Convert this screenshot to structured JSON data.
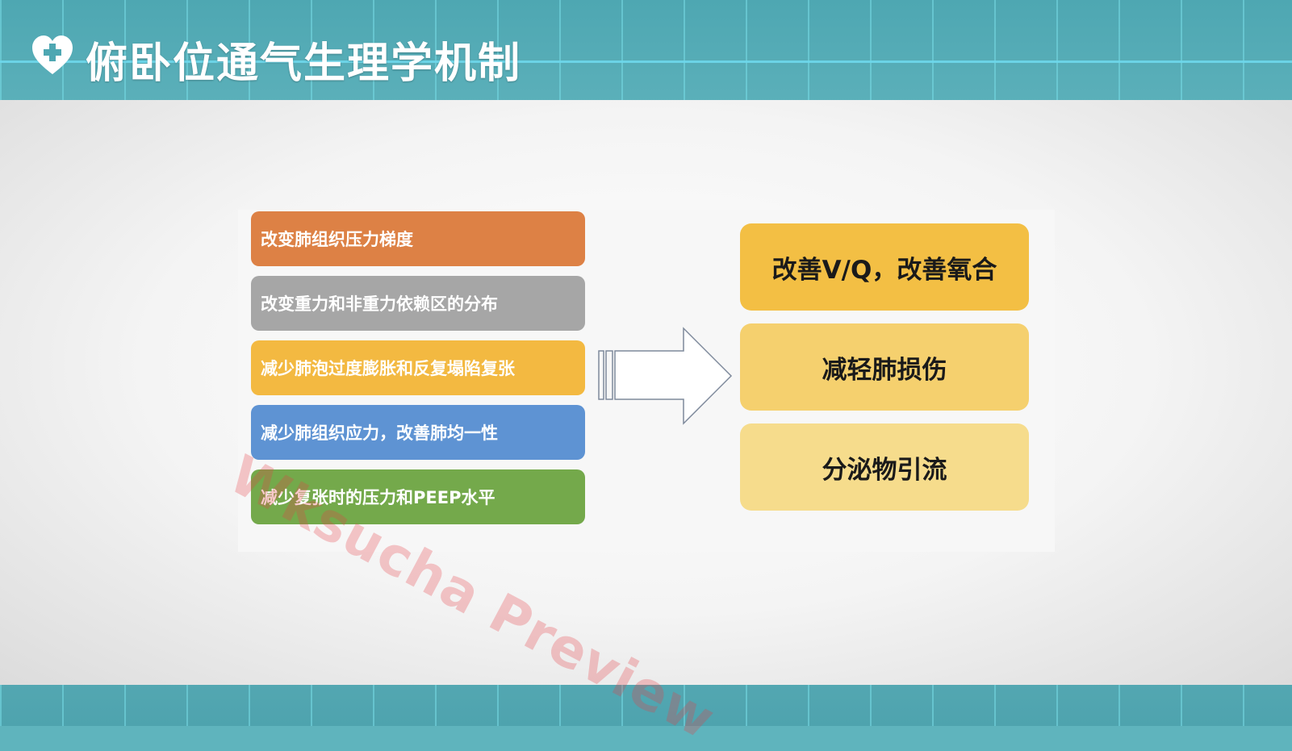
{
  "header": {
    "title": "俯卧位通气生理学机制",
    "icon": "heart-plus-icon"
  },
  "diagram": {
    "left_items": [
      {
        "label": "改变肺组织压力梯度",
        "color": "#dd8145"
      },
      {
        "label": "改变重力和非重力依赖区的分布",
        "color": "#a6a6a6"
      },
      {
        "label": "减少肺泡过度膨胀和反复塌陷复张",
        "color": "#f3b941"
      },
      {
        "label": "减少肺组织应力，改善肺均一性",
        "color": "#5e93d3"
      },
      {
        "label": "减少复张时的压力和PEEP水平",
        "color": "#74a94b"
      }
    ],
    "right_items": [
      {
        "label": "改善V/Q，改善氧合",
        "color": "#f3bf44"
      },
      {
        "label": "减轻肺损伤",
        "color": "#f5d06e"
      },
      {
        "label": "分泌物引流",
        "color": "#f6dc8c"
      }
    ],
    "arrow_icon": "right-arrow-icon"
  },
  "watermark": "Wksucha Preview",
  "colors": {
    "header_teal": "#5fb4bd",
    "grid_line": "#78dce6"
  }
}
